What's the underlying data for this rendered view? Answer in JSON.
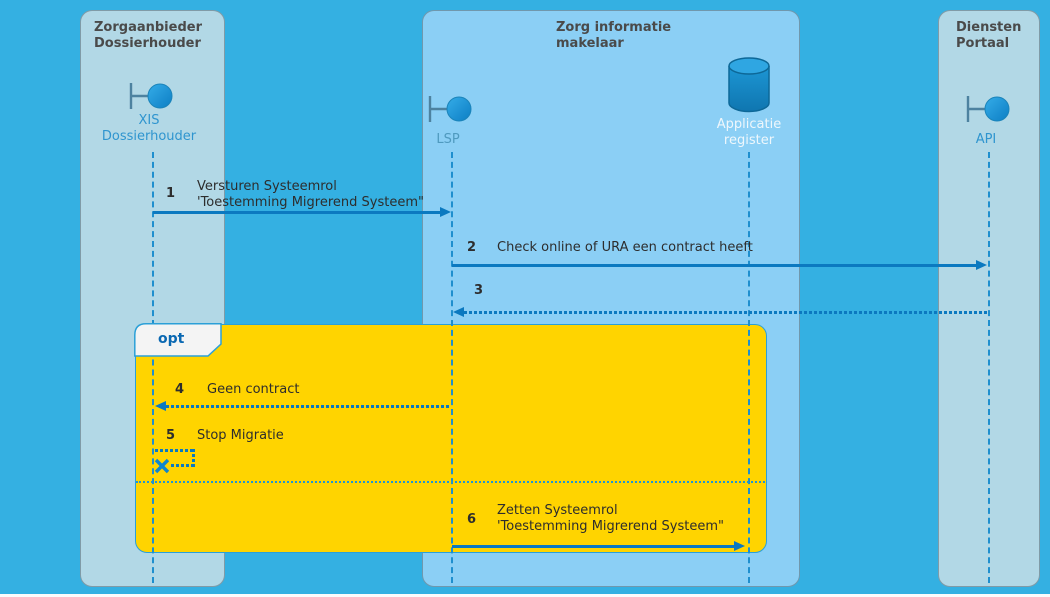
{
  "diagram_type": "sequence-diagram",
  "colors": {
    "background": "#34b0e2",
    "panel_outer": "#b2d8e6",
    "panel_center": "#8bcff5",
    "fragment_fill": "#ffd400",
    "arrow_blue": "#0b79c0",
    "actor_label_blue": "#2f95cf",
    "header_text": "#4a4a4a",
    "message_text": "#2d2d2d"
  },
  "panels": [
    {
      "title": "Zorgaanbieder\nDossierhouder"
    },
    {
      "title": "Zorg informatie\nmakelaar"
    },
    {
      "title": "Diensten\nPortaal"
    }
  ],
  "actors": [
    {
      "label": "XIS\nDossierhouder",
      "icon": "boundary-actor-icon"
    },
    {
      "label": "LSP",
      "icon": "boundary-actor-icon"
    },
    {
      "label": "Applicatie\nregister",
      "icon": "database-icon"
    },
    {
      "label": "API",
      "icon": "boundary-actor-icon"
    }
  ],
  "fragment": {
    "label": "opt"
  },
  "messages": [
    {
      "num": "1",
      "text": "Versturen Systeemrol\n'Toestemming Migrerend Systeem\"",
      "from": "XIS Dossierhouder",
      "to": "LSP",
      "style": "solid"
    },
    {
      "num": "2",
      "text": "Check online of URA een contract heeft",
      "from": "LSP",
      "to": "API",
      "style": "solid"
    },
    {
      "num": "3",
      "text": "",
      "from": "API",
      "to": "LSP",
      "style": "dotted"
    },
    {
      "num": "4",
      "text": "Geen contract",
      "from": "LSP",
      "to": "XIS Dossierhouder",
      "style": "dotted"
    },
    {
      "num": "5",
      "text": "Stop Migratie",
      "from": "XIS Dossierhouder",
      "to": "XIS Dossierhouder",
      "style": "dotted-destroy"
    },
    {
      "num": "6",
      "text": "Zetten Systeemrol\n'Toestemming Migrerend Systeem\"",
      "from": "LSP",
      "to": "Applicatie register",
      "style": "solid"
    }
  ]
}
